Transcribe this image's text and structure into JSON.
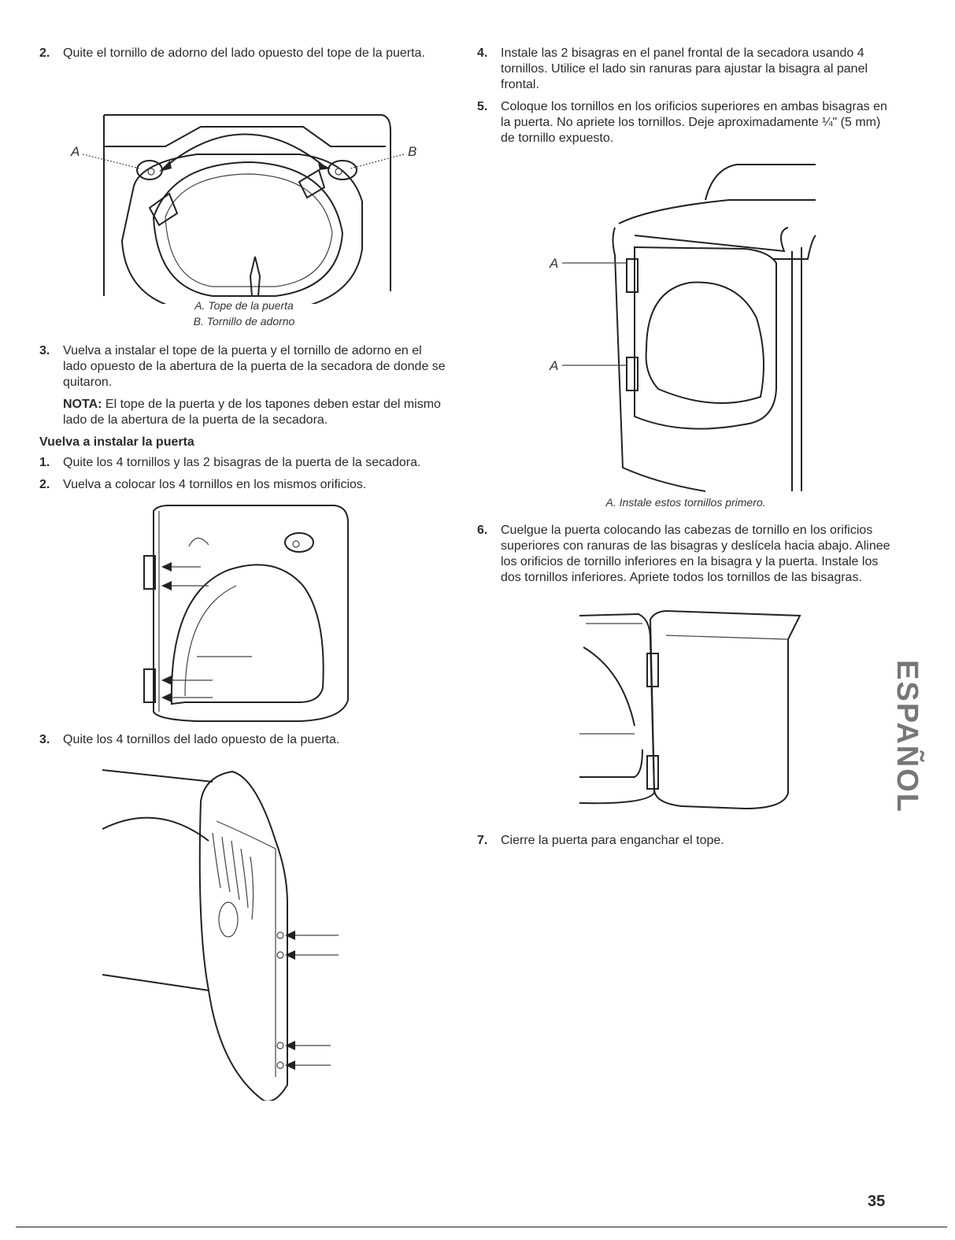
{
  "left": {
    "step2": {
      "num": "2.",
      "text": "Quite el tornillo de adorno del lado opuesto del tope de la puerta."
    },
    "fig1": {
      "label_a": "A",
      "label_b": "B",
      "caption_a": "A. Tope de la puerta",
      "caption_b": "B. Tornillo de adorno"
    },
    "step3": {
      "num": "3.",
      "text": "Vuelva a instalar el tope de la puerta y el tornillo de adorno en el lado opuesto de la abertura de la puerta de la secadora de donde se quitaron."
    },
    "note": {
      "label": "NOTA:",
      "text": " El tope de la puerta y de los tapones deben estar del mismo lado de la abertura de la puerta de la secadora."
    },
    "section_heading": "Vuelva a instalar la puerta",
    "sec_step1": {
      "num": "1.",
      "text": "Quite los 4 tornillos y las 2 bisagras de la puerta de la secadora."
    },
    "sec_step2": {
      "num": "2.",
      "text": "Vuelva a colocar los 4 tornillos en los mismos orificios."
    },
    "sec_step3": {
      "num": "3.",
      "text": "Quite los 4 tornillos del lado opuesto de la puerta."
    }
  },
  "right": {
    "step4": {
      "num": "4.",
      "text": "Instale las 2 bisagras en el panel frontal de la secadora usando 4 tornillos. Utilice el lado sin ranuras para ajustar la bisagra al panel frontal."
    },
    "step5": {
      "num": "5.",
      "text": "Coloque los tornillos en los orificios superiores en ambas bisagras en la puerta. No apriete los tornillos. Deje aproximadamente ¼\" (5 mm) de tornillo expuesto."
    },
    "fig_hinge": {
      "label_a1": "A",
      "label_a2": "A",
      "caption": "A. Instale estos tornillos primero."
    },
    "step6": {
      "num": "6.",
      "text": "Cuelgue la puerta colocando las cabezas de tornillo en los orificios superiores con ranuras de las bisagras y deslícela hacia abajo. Alinee los orificios de tornillo inferiores en la bisagra y la puerta. Instale los dos tornillos inferiores. Apriete todos los tornillos de las bisagras."
    },
    "step7": {
      "num": "7.",
      "text": "Cierre la puerta para enganchar el tope."
    }
  },
  "side_tab": "ESPAÑOL",
  "page_number": "35"
}
